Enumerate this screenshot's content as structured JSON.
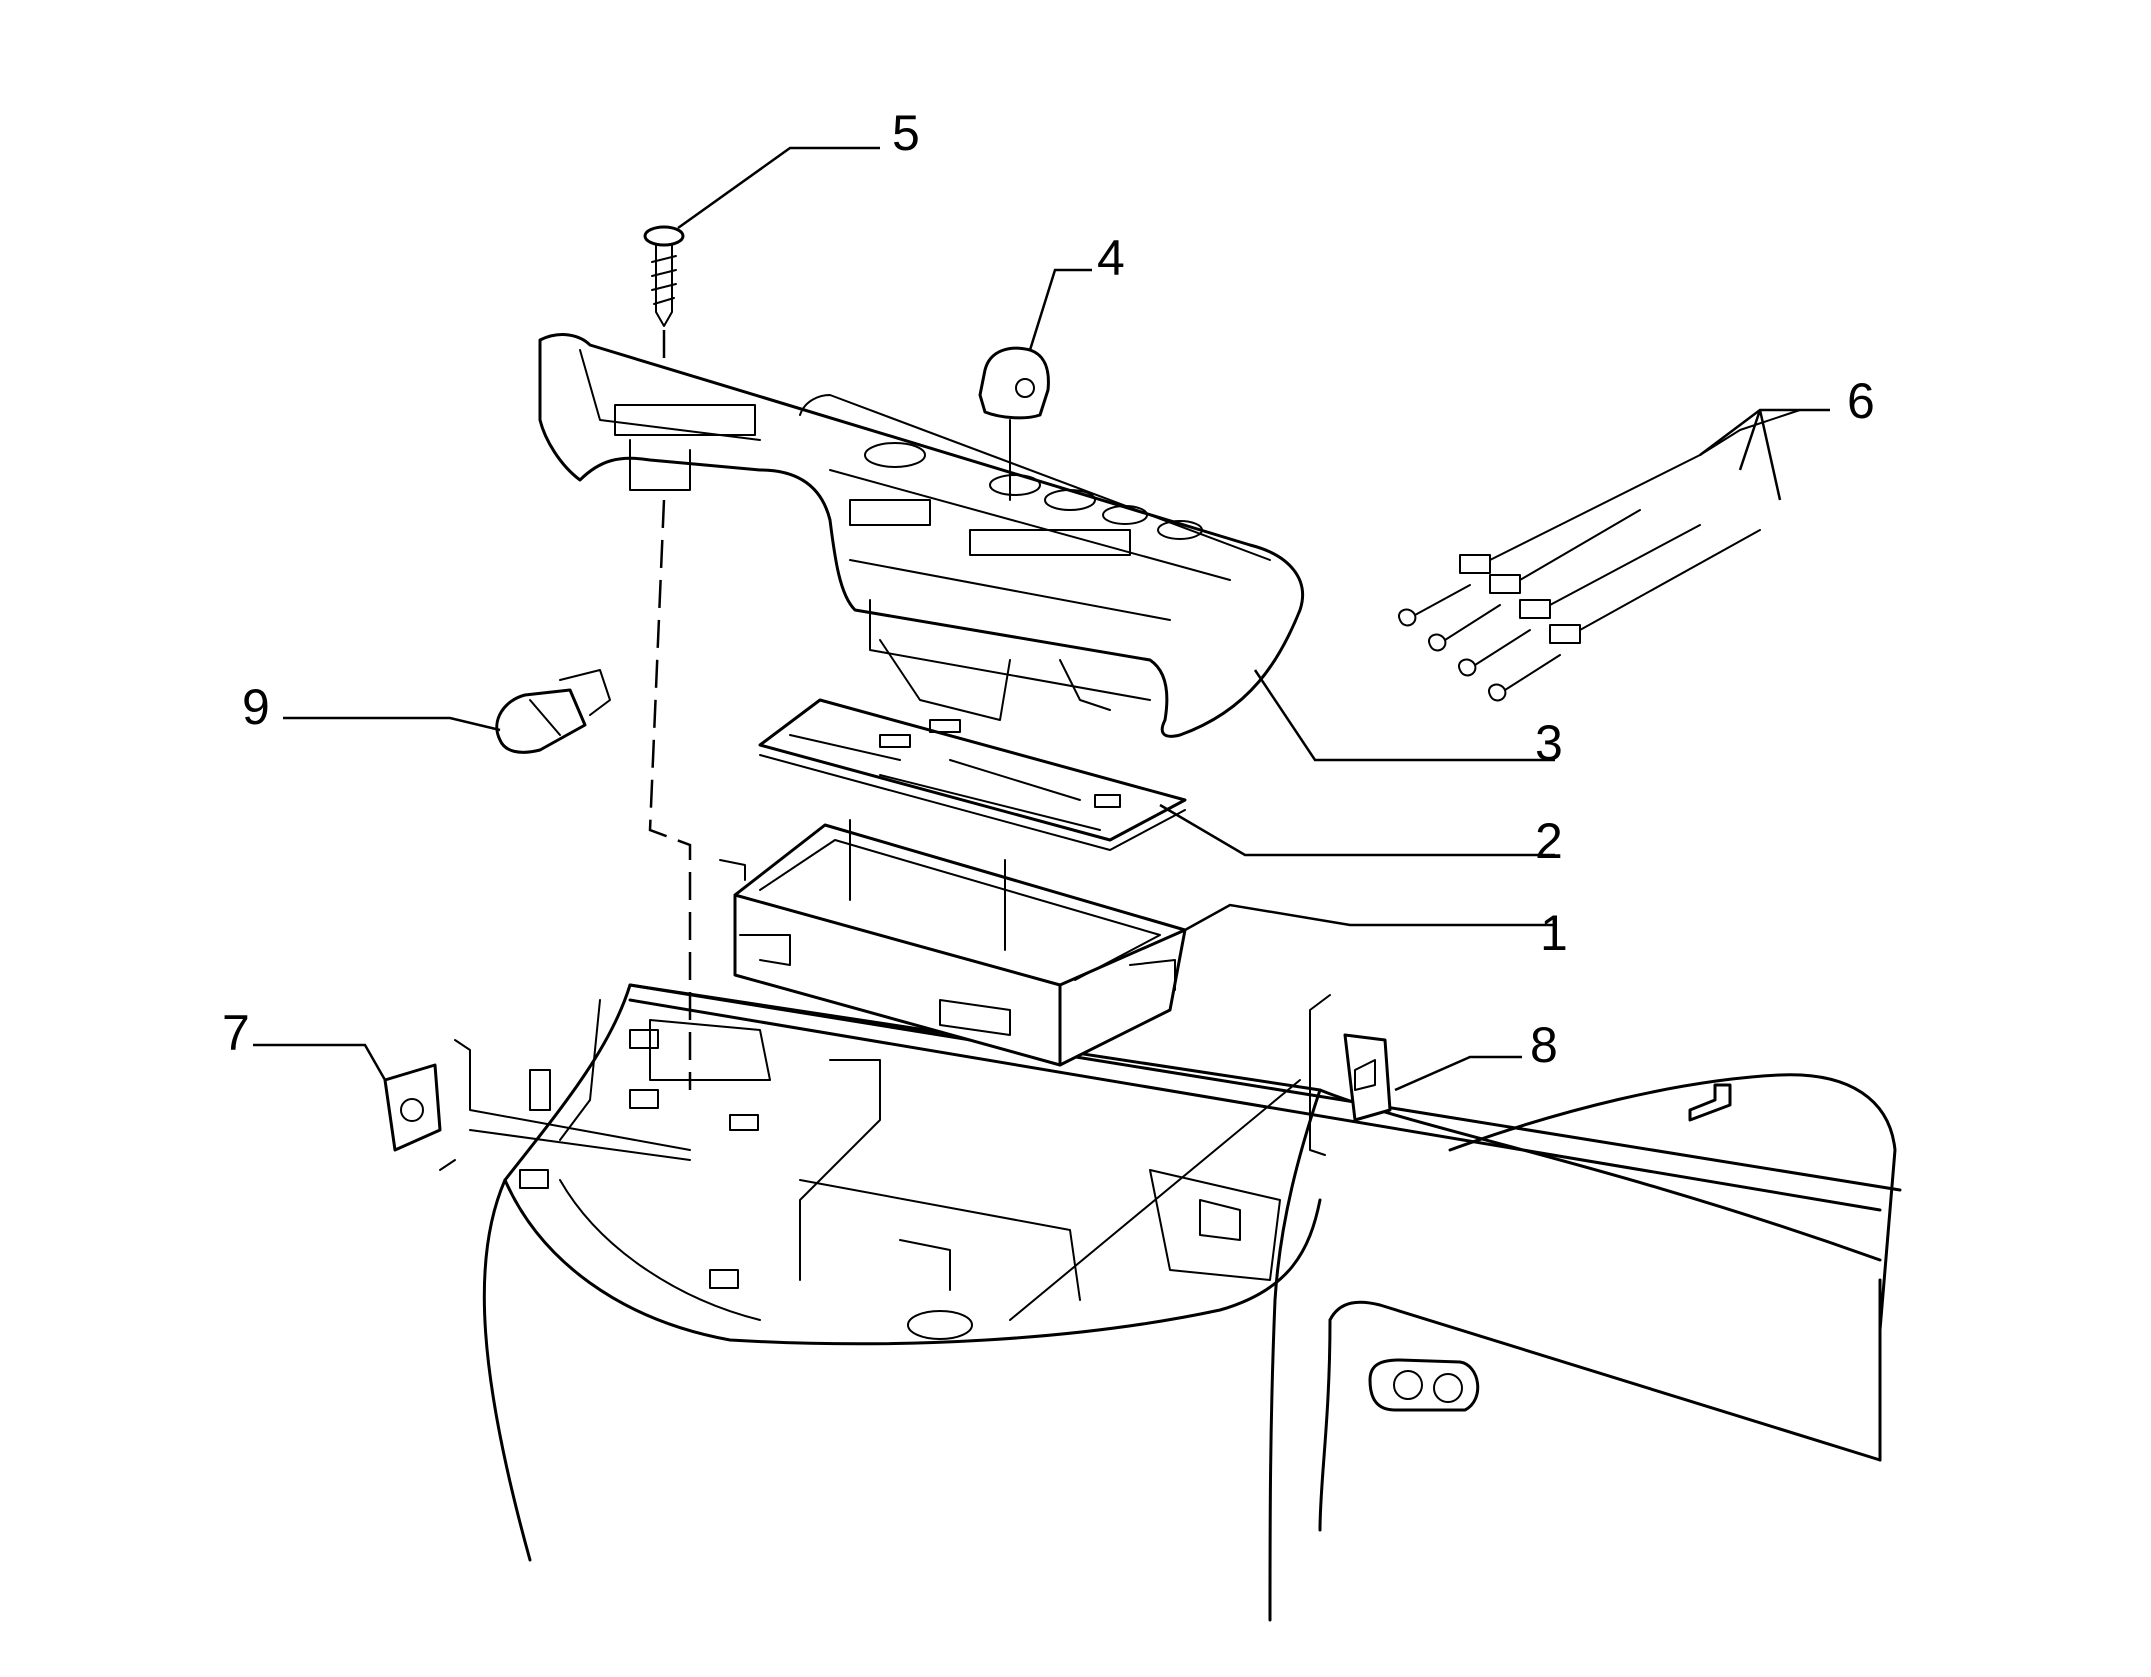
{
  "callouts": [
    {
      "number": "1"
    },
    {
      "number": "2"
    },
    {
      "number": "3"
    },
    {
      "number": "4"
    },
    {
      "number": "5"
    },
    {
      "number": "6"
    },
    {
      "number": "7"
    },
    {
      "number": "8"
    },
    {
      "number": "9"
    }
  ]
}
